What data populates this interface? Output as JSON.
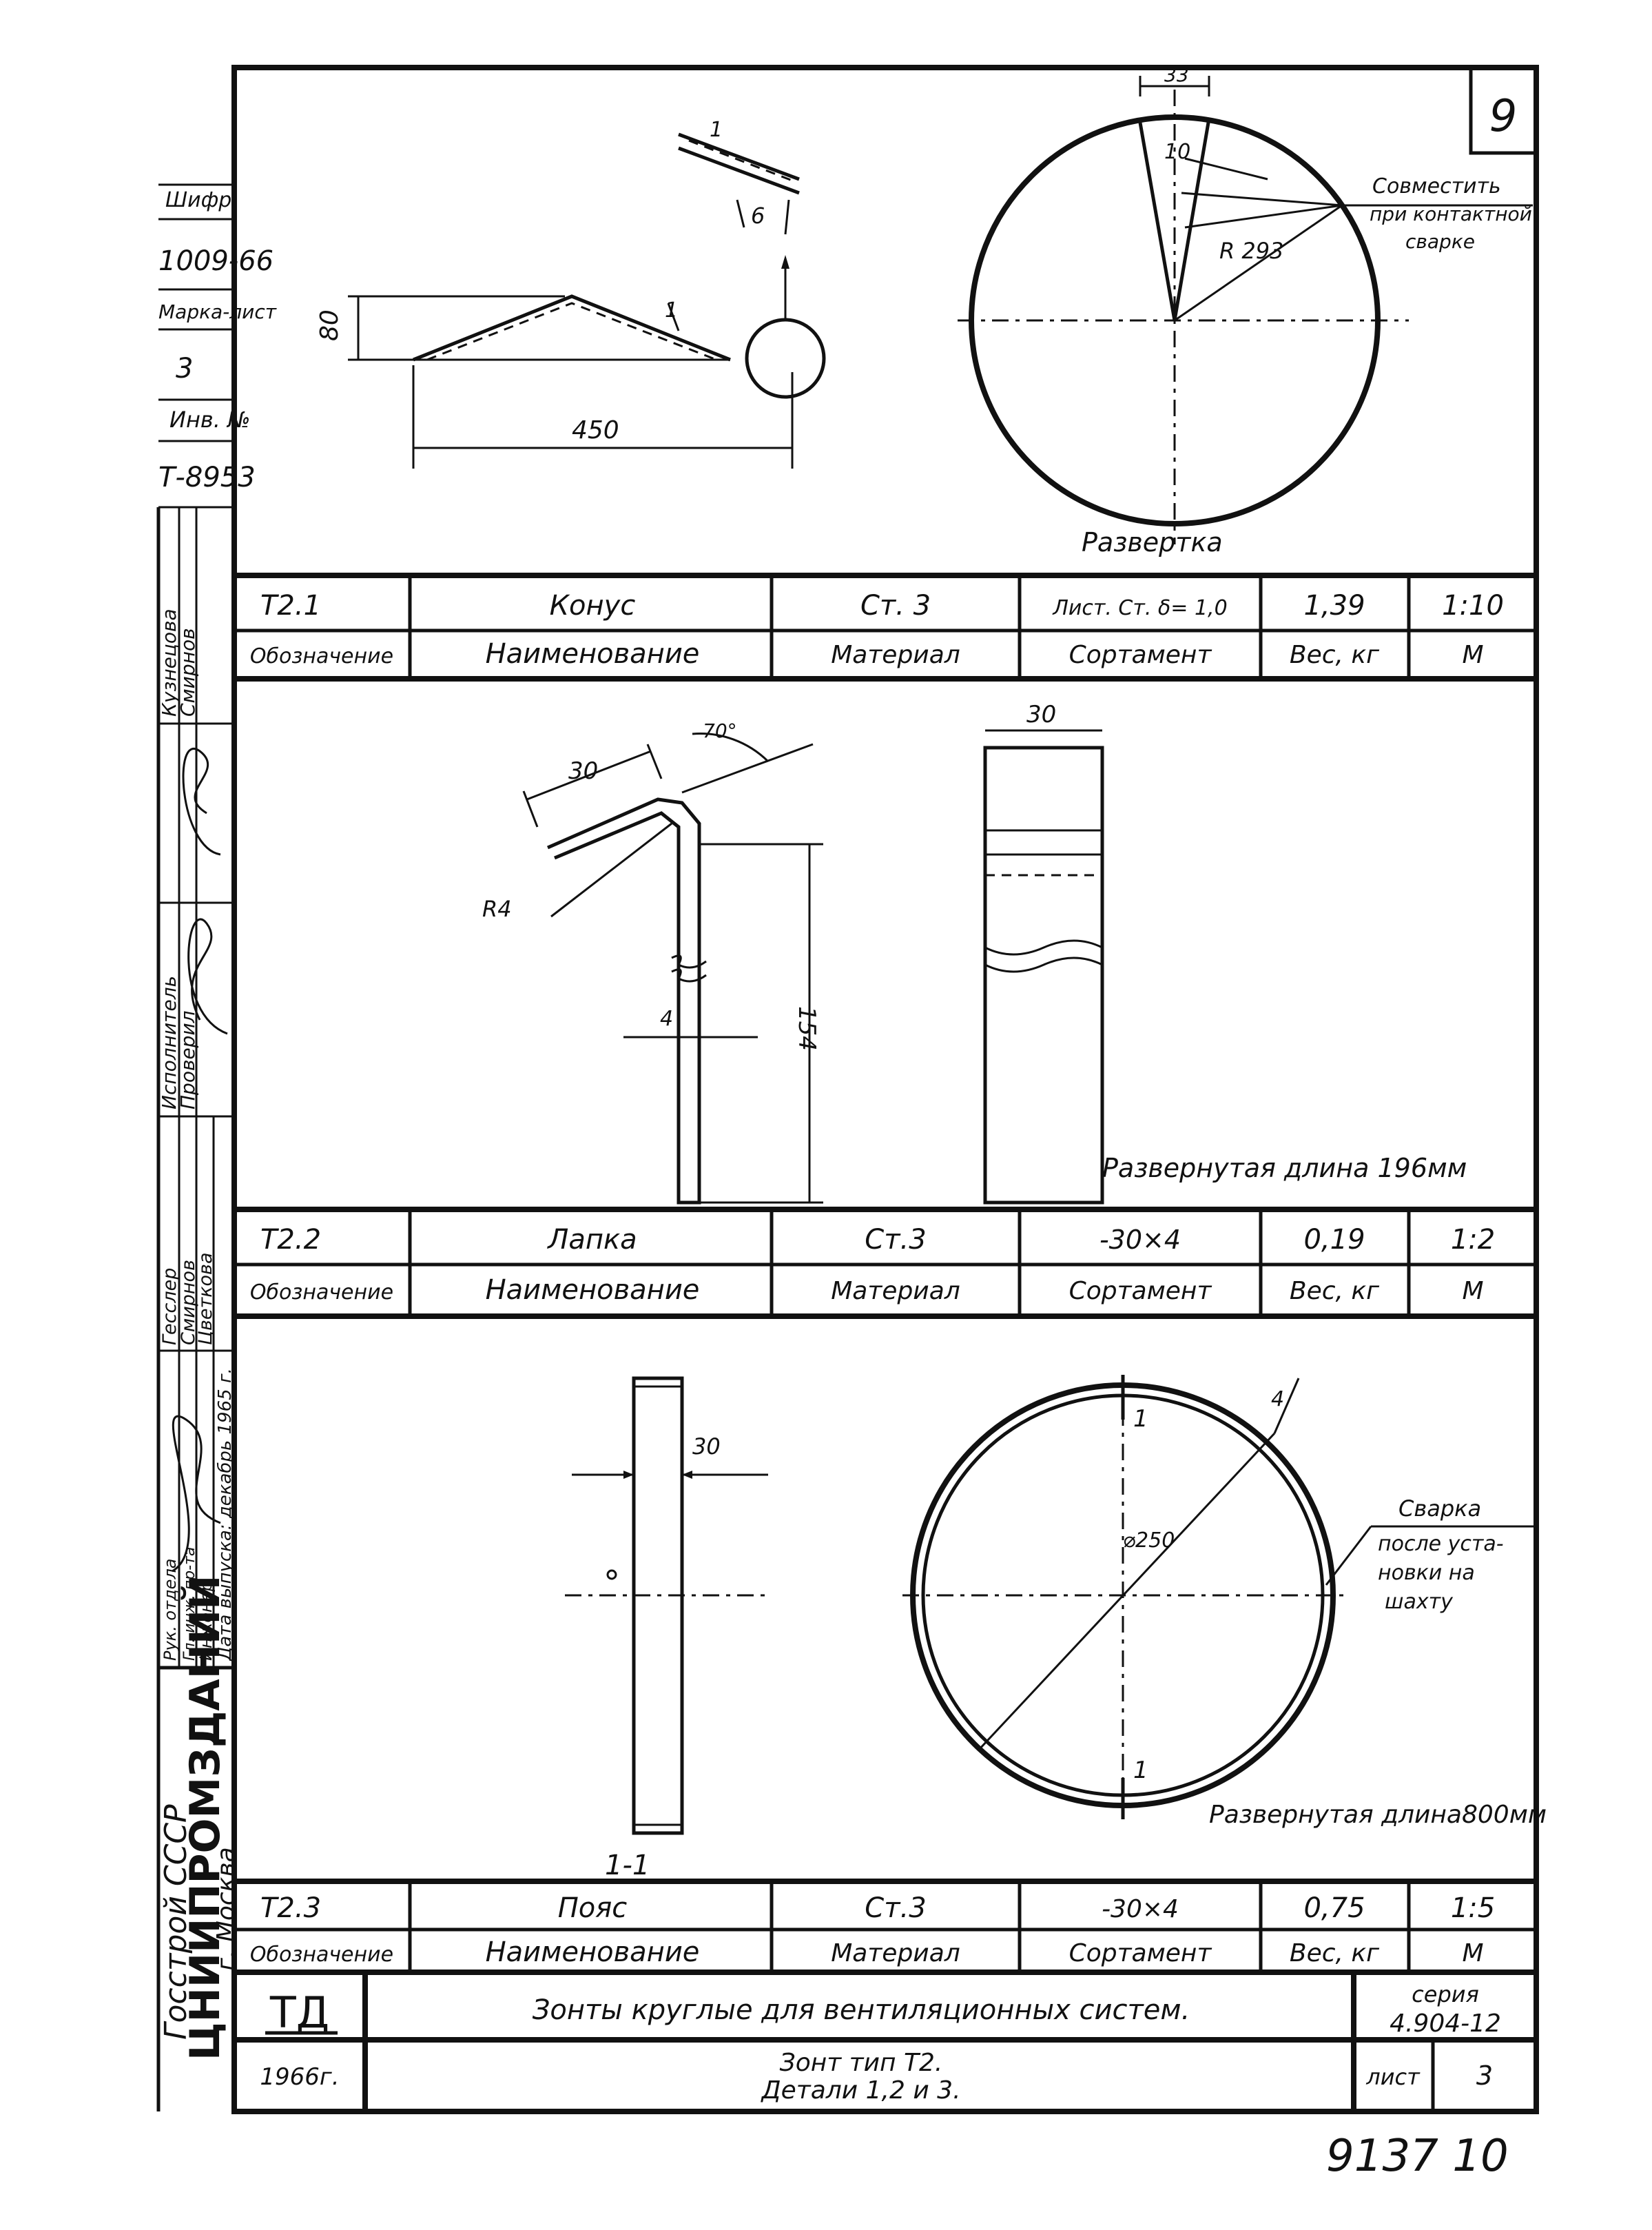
{
  "sheet_number": "9",
  "left_stamp": {
    "code_label": "Шифр",
    "code_value": "1009-66",
    "mark_sheet_label": "Марка-лист",
    "mark_sheet_value": "3",
    "inv_label": "Инв. №",
    "inv_value": "Т-8953",
    "names_1": [
      "Кузнецова",
      "Смирнов"
    ],
    "roles_1": [
      "Исполнитель",
      "Проверил"
    ],
    "names_2": [
      "Гесслер",
      "Смирнов",
      "Цветкова"
    ],
    "roles_2": [
      "Рук. отдела",
      "Гл. инж. пр-та",
      "Инженер",
      "Дата выпуска: декабрь 1965 г."
    ],
    "org_1": "Госстрой СССР",
    "org_2": "ЦНИИПРОМЗДАНИЙ",
    "org_3": "г. Москва"
  },
  "part1": {
    "dims": {
      "thickness": "1",
      "detail": "6",
      "height": "80",
      "length": "450",
      "arc": "33",
      "gap": "10",
      "radius": "R 293"
    },
    "note": [
      "Совместить",
      "при контактной",
      "сварке"
    ],
    "development_label": "Развертка"
  },
  "part2": {
    "dims": {
      "flange": "30",
      "angle": "70°",
      "radius": "R4",
      "thickness": "4",
      "height": "154",
      "width": "30"
    },
    "note": "Развернутая длина 196мм"
  },
  "part3": {
    "dims": {
      "width": "30",
      "diameter": "⌀250",
      "thickness": "4",
      "section_mark": "1"
    },
    "section_label": "1-1",
    "note": [
      "Сварка",
      "после уста-",
      "новки на",
      "шахту"
    ],
    "length_note": "Развернутая длина800мм"
  },
  "table_headers": {
    "designation": "Обозначение",
    "name": "Наименование",
    "material": "Материал",
    "assortment": "Сортамент",
    "weight": "Вес, кг",
    "scale": "М"
  },
  "rows": [
    {
      "designation": "Т2.1",
      "name": "Конус",
      "material": "Ст. 3",
      "assortment": "Лист. Ст. δ= 1,0",
      "weight": "1,39",
      "scale": "1:10"
    },
    {
      "designation": "Т2.2",
      "name": "Лапка",
      "material": "Ст.3",
      "assortment": "-30×4",
      "weight": "0,19",
      "scale": "1:2"
    },
    {
      "designation": "Т2.3",
      "name": "Пояс",
      "material": "Ст.3",
      "assortment": "-30×4",
      "weight": "0,75",
      "scale": "1:5"
    }
  ],
  "title_block": {
    "logo": "ТД",
    "title": "Зонты круглые для вентиляционных систем.",
    "series_label": "серия",
    "series_value": "4.904-12",
    "year": "1966г.",
    "subtitle_1": "Зонт тип Т2.",
    "subtitle_2": "Детали 1,2 и 3.",
    "sheet_label": "лист",
    "sheet_value": "3"
  },
  "footer_number": "9137  10"
}
